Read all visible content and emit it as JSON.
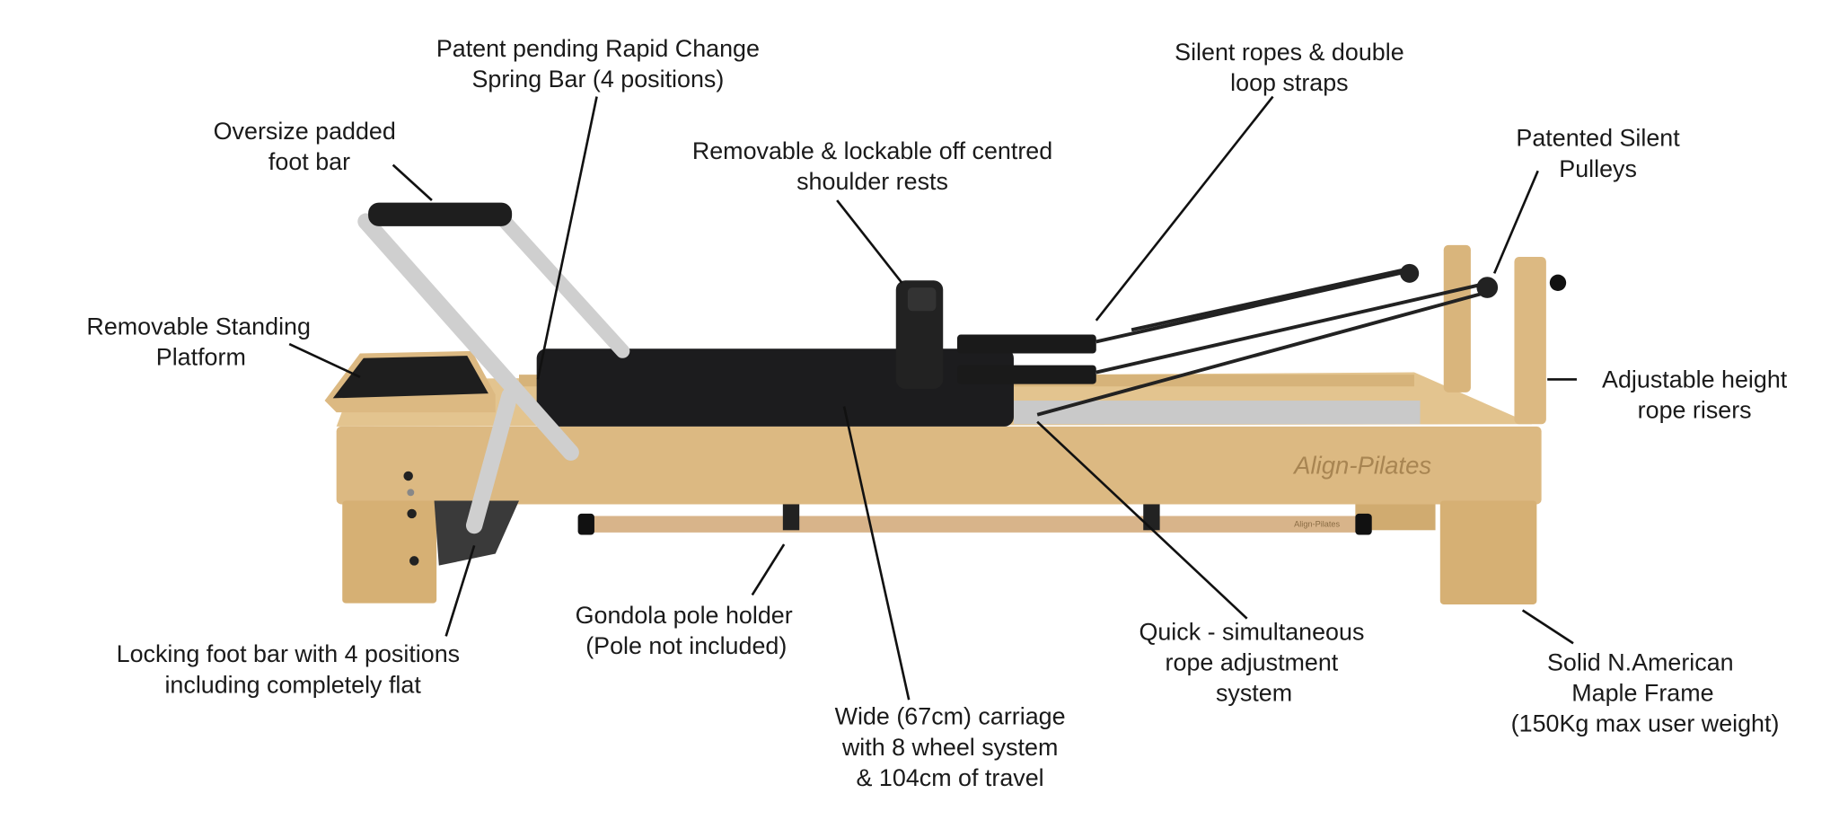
{
  "product": {
    "brand_logo": "Align-Pilates",
    "colors": {
      "maple": "#dcb982",
      "maple_dark": "#c9a066",
      "carriage": "#1c1c1e",
      "metal": "#c9c9c9",
      "text": "#1a1a1a"
    }
  },
  "callouts": [
    {
      "id": "spring-bar",
      "lines": [
        "Patent pending Rapid Change",
        "Spring Bar (4 positions)"
      ]
    },
    {
      "id": "foot-bar",
      "lines": [
        "Oversize padded",
        "foot bar"
      ]
    },
    {
      "id": "shoulder-rests",
      "lines": [
        "Removable & lockable off centred",
        "shoulder rests"
      ]
    },
    {
      "id": "ropes",
      "lines": [
        "Silent ropes & double",
        "loop straps"
      ]
    },
    {
      "id": "pulleys",
      "lines": [
        "Patented Silent",
        "Pulleys"
      ]
    },
    {
      "id": "standing-platform",
      "lines": [
        "Removable Standing",
        "Platform"
      ]
    },
    {
      "id": "rope-risers",
      "lines": [
        "Adjustable height",
        "rope risers"
      ]
    },
    {
      "id": "gondola",
      "lines": [
        "Gondola pole holder",
        "(Pole not included)"
      ]
    },
    {
      "id": "locking-foot-bar",
      "lines": [
        "Locking foot bar with 4 positions",
        "including completely flat"
      ]
    },
    {
      "id": "rope-adjustment",
      "lines": [
        "Quick - simultaneous",
        "rope adjustment",
        "system"
      ]
    },
    {
      "id": "carriage",
      "lines": [
        "Wide (67cm) carriage",
        "with 8 wheel system",
        "& 104cm of travel"
      ]
    },
    {
      "id": "frame",
      "lines": [
        "Solid N.American",
        "Maple Frame",
        "(150Kg max user weight)"
      ]
    }
  ]
}
